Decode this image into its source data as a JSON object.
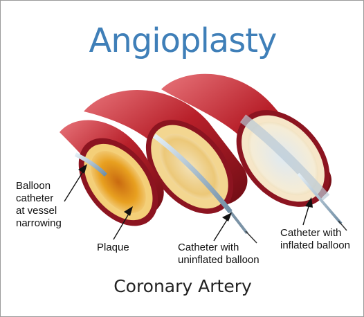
{
  "title": "Angioplasty",
  "subtitle": "Coronary Artery",
  "labels": {
    "balloon_catheter": [
      "Balloon",
      "catheter",
      "at vessel",
      "narrowing"
    ],
    "plaque": "Plaque",
    "uninflated": [
      "Catheter with",
      "uninflated balloon"
    ],
    "inflated": [
      "Catheter with",
      "inflated balloon"
    ]
  },
  "colors": {
    "title": "#3f7fb8",
    "artery": "#b8202a",
    "artery_dark": "#7c1018",
    "plaque": "#e8a020",
    "plaque_light": "#f3d690",
    "catheter": "#9fb7c9",
    "balloon": "#cfdbe6"
  }
}
